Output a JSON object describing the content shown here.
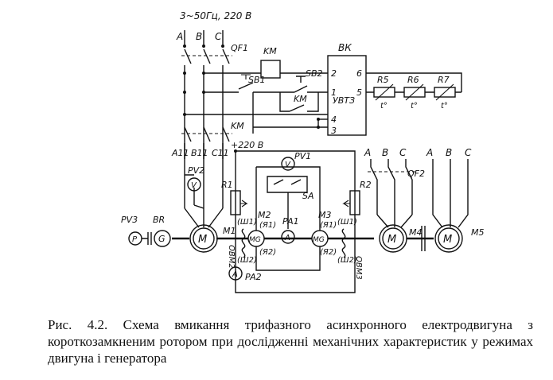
{
  "supply": {
    "main": "3~50Гц, 220 В",
    "dc": "+220 В"
  },
  "phases": [
    "A",
    "B",
    "C"
  ],
  "labels": {
    "qf1": "QF1",
    "qf2": "QF2",
    "km_coil": "KM",
    "km_contact": "KM",
    "km_main": "KM",
    "sb1": "SB1",
    "sb2": "SB2",
    "bk": "ВК",
    "uvtz": "УВТЗ",
    "t2": "2",
    "t6": "6",
    "t1": "1",
    "t5": "5",
    "t4": "4",
    "t3": "3",
    "r5": "R5",
    "r6": "R6",
    "r7": "R7",
    "tdeg": "t°",
    "a11": "A11",
    "b11": "B11",
    "c11": "C11",
    "pv2": "PV2",
    "pv3": "PV3",
    "br": "BR",
    "m1": "M1",
    "r1": "R1",
    "r2": "R2",
    "pv1": "PV1",
    "sa": "SA",
    "m2": "M2",
    "ya1_m2": "(Я1)",
    "ya2_m2": "(Я2)",
    "pa1": "PA1",
    "m3": "M3",
    "ya1_m3": "(Я1)",
    "ya2_m3": "(Я2)",
    "sh1_m2": "(Ш1)",
    "sh2_m2": "(Ш2)",
    "ovm2": "ОВМ2",
    "sh1_m3": "(Ш1)",
    "sh2_m3": "(Ш2)",
    "ovm3": "ОВМ3",
    "pa2": "PA2",
    "m4": "M4",
    "m5": "M5"
  },
  "symbols": {
    "voltmeter": "V",
    "ammeter": "A",
    "mg": "MG",
    "motor": "M",
    "gen": "G",
    "p": "P"
  },
  "caption": "Рис. 4.2. Схема вмикання трифазного асинхронного електродвигуна з короткозамкненим ротором при дослідженні механічних характеристик у режимах двигуна і генератора"
}
